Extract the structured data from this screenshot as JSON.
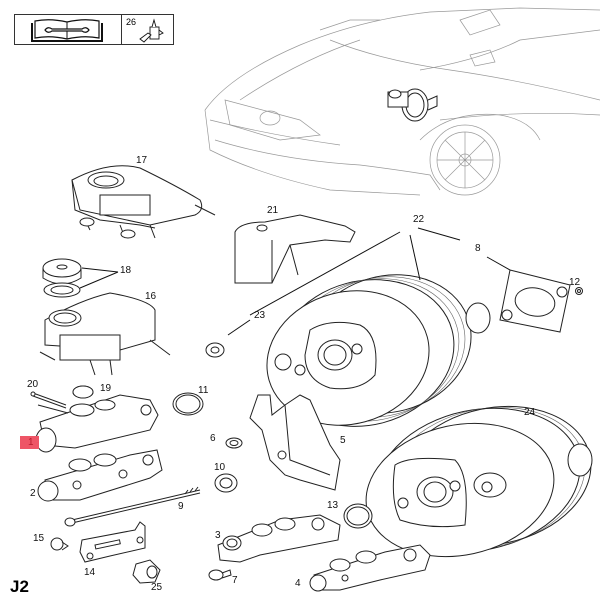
{
  "diagram": {
    "page_code": "J2",
    "header": {
      "manual_icon": "repair-manual-book-wrench-icon",
      "reference_number": "26",
      "reference_icon": "brake-fluid-bottle-icon"
    },
    "highlight_color": "#ee5566",
    "parts": [
      {
        "number": "1",
        "name": "master-cylinder",
        "highlighted": true
      },
      {
        "number": "2",
        "name": "master-cylinder-alt"
      },
      {
        "number": "3",
        "name": "master-cylinder-variant-3"
      },
      {
        "number": "4",
        "name": "master-cylinder-variant-4"
      },
      {
        "number": "5",
        "name": "bracket"
      },
      {
        "number": "6",
        "name": "seal"
      },
      {
        "number": "7",
        "name": "bolt"
      },
      {
        "number": "8",
        "name": "gasket"
      },
      {
        "number": "9",
        "name": "stud"
      },
      {
        "number": "10",
        "name": "nut"
      },
      {
        "number": "11",
        "name": "o-ring"
      },
      {
        "number": "12",
        "name": "small-seal"
      },
      {
        "number": "13",
        "name": "o-ring-2"
      },
      {
        "number": "14",
        "name": "bracket-plate"
      },
      {
        "number": "15",
        "name": "clip"
      },
      {
        "number": "16",
        "name": "reservoir"
      },
      {
        "number": "17",
        "name": "reservoir-alt"
      },
      {
        "number": "18",
        "name": "reservoir-cap"
      },
      {
        "number": "19",
        "name": "grommet"
      },
      {
        "number": "20",
        "name": "pin"
      },
      {
        "number": "21",
        "name": "cover"
      },
      {
        "number": "22",
        "name": "brake-booster"
      },
      {
        "number": "23",
        "name": "nut-2"
      },
      {
        "number": "24",
        "name": "brake-booster-alt"
      },
      {
        "number": "25",
        "name": "nut-3"
      },
      {
        "number": "26",
        "name": "brake-fluid"
      }
    ]
  }
}
